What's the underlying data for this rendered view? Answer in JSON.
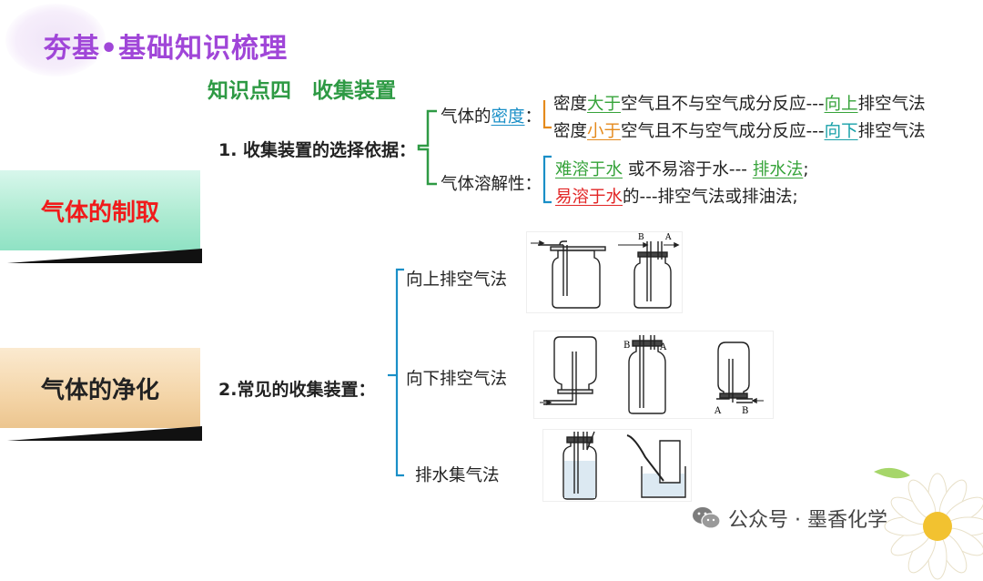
{
  "header": {
    "title": "夯基•基础知识梳理",
    "section": "知识点四　收集装置"
  },
  "sidebar": {
    "card1": "气体的制取",
    "card2": "气体的净化"
  },
  "basis": {
    "label": "1. 收集装置的选择依据：",
    "density_label_pre": "气体的",
    "density_label_kw": "密度",
    "density_label_post": "：",
    "d1_pre": "密度",
    "d1_kw": "大于",
    "d1_mid": "空气且不与空气成分反应---",
    "d1_kw2": "向上",
    "d1_post": "排空气法",
    "d2_pre": "密度",
    "d2_kw": "小于",
    "d2_mid": "空气且不与空气成分反应---",
    "d2_kw2": "向下",
    "d2_post": "排空气法",
    "sol_label": "气体溶解性：",
    "s1_kw": "难溶于水",
    "s1_mid": " 或不易溶于水--- ",
    "s1_kw2": "排水法",
    "s1_post": ";",
    "s2_kw": "易溶于水",
    "s2_post": "的---排空气法或排油法;"
  },
  "devices": {
    "label": "2.常见的收集装置：",
    "m1": "向上排空气法",
    "m2": "向下排空气法",
    "m3": "排水集气法",
    "tag_a": "A",
    "tag_b": "B"
  },
  "watermark": {
    "text": "公众号 · 墨香化学"
  },
  "colors": {
    "title": "#a046d8",
    "section": "#2e9a44",
    "bracket": "#2e9a44",
    "brace_orange": "#e58a1c",
    "brace_blue": "#1a8fc7"
  }
}
